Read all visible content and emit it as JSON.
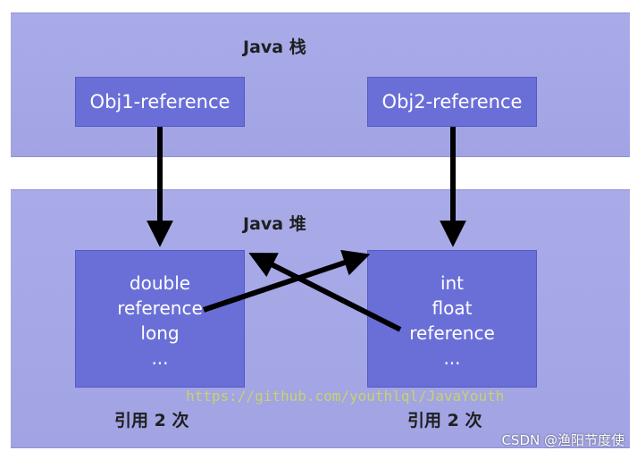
{
  "stack": {
    "title": "Java 栈",
    "refs": [
      "Obj1-reference",
      "Obj2-reference"
    ]
  },
  "heap": {
    "title": "Java 堆",
    "objects": [
      {
        "fields": [
          "double",
          "reference",
          "long",
          "..."
        ]
      },
      {
        "fields": [
          "int",
          "float",
          "reference",
          "..."
        ]
      }
    ]
  },
  "counts": [
    "引用 2 次",
    "引用 2 次"
  ],
  "watermark": "https://github.com/youthlql/JavaYouth",
  "credit": "CSDN @渔阳节度使",
  "colors": {
    "region_bg": "#a5a7e6",
    "box_fill": "#6a6fd8",
    "box_text": "#ffffff",
    "arrow": "#000000",
    "watermark": "#c8d36a"
  }
}
